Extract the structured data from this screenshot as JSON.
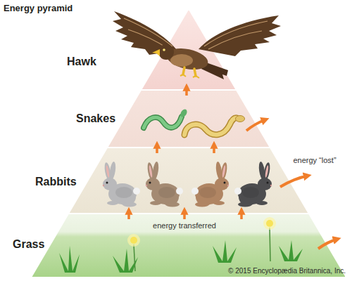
{
  "diagram": {
    "title": "Energy pyramid",
    "nodes": [
      {
        "text": [
          "Hawk"
        ]
      },
      {
        "text": [
          "Snakes"
        ]
      },
      {
        "text": [
          "Rabbits"
        ]
      },
      {
        "text": [
          "Grass"
        ]
      }
    ],
    "edges": [
      {
        "from": 3,
        "to": 2,
        "arrow": "to"
      },
      {
        "from": 3,
        "to": 2,
        "arrow": "to"
      },
      {
        "from": 3,
        "to": 2,
        "arrow": "to"
      },
      {
        "from": 2,
        "to": 1,
        "arrow": "to"
      },
      {
        "from": 2,
        "to": 1,
        "arrow": "to"
      },
      {
        "from": 1,
        "to": 0,
        "arrow": "to"
      }
    ],
    "labels": [
      "energy transferred",
      "energy “lost”",
      "© 2015 Encyclopædia Britannica, Inc."
    ]
  }
}
